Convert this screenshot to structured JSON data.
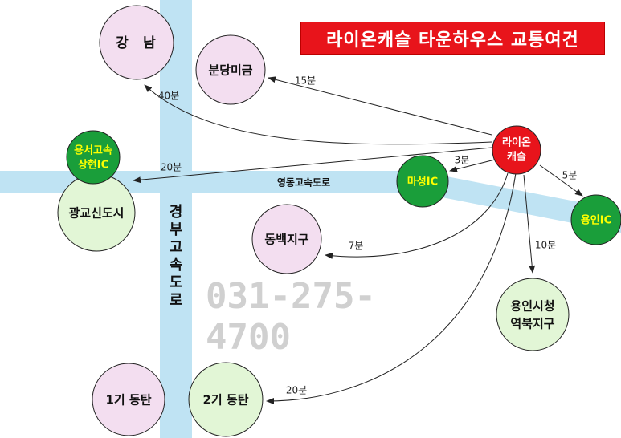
{
  "title": "라이온캐슬 타운하우스 교통여건",
  "phone": "031-275-4700",
  "roads": {
    "expressway_vertical": [
      "경",
      "부",
      "고",
      "속",
      "도",
      "로"
    ],
    "expressway_horizontal": "영동고속도로"
  },
  "origin": {
    "lines": [
      "라이온",
      "캐슬"
    ]
  },
  "places": {
    "gangnam": [
      "강",
      "남"
    ],
    "bundang": "분당미금",
    "gwanggyo": "광교신도시",
    "dongbaek": "동백지구",
    "yongin_city_hall": [
      "용인시청",
      "역북지구"
    ],
    "dongtan1": "1기 동탄",
    "dongtan2": "2기 동탄"
  },
  "interchanges": {
    "yongseo": [
      "용서고속",
      "상현IC"
    ],
    "maseong": "마성IC",
    "yongin": "용인IC"
  },
  "travel_times": {
    "gangnam": "40분",
    "bundang": "15분",
    "yongseo": "20분",
    "maseong": "3분",
    "yongin_ic": "5분",
    "dongbaek": "7분",
    "yongin_city_hall": "10분",
    "dongtan2": "20분"
  },
  "colors": {
    "title_bg": "#e8141b",
    "origin": "#e8141b",
    "interchange": "#1a9e3a",
    "interchange_text_yellow": "#ffff00",
    "place_fill": "#f3def0",
    "gwanggyo_fill": "#e2f6d6",
    "city_hall_fill": "#e2f6d6",
    "road": "#bfe3f3"
  }
}
